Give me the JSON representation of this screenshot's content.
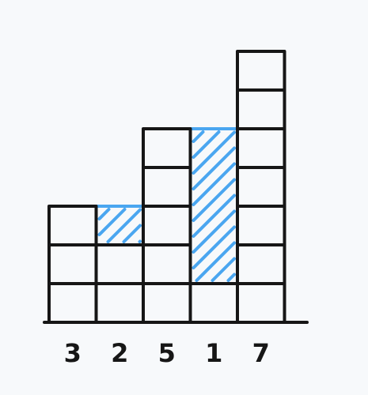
{
  "heights": [
    3,
    2,
    5,
    1,
    7
  ],
  "water": [
    0,
    1,
    0,
    4,
    0
  ],
  "labels": [
    "3",
    "2",
    "5",
    "1",
    "7"
  ],
  "colors": {
    "ink": "#161616",
    "water": "#4aa6f0",
    "background": "#f7f9fb"
  }
}
